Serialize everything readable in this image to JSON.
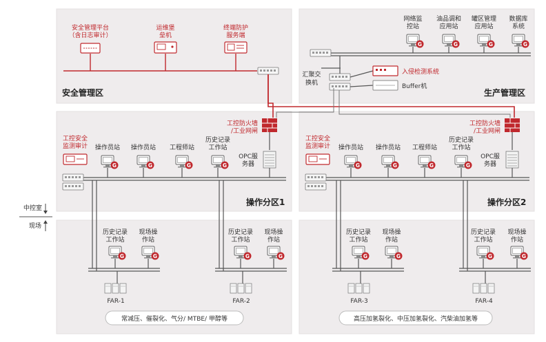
{
  "zones": {
    "security_mgmt": "安全管理区",
    "production_mgmt": "生产管理区",
    "op1": "操作分区1",
    "op2": "操作分区2"
  },
  "security": {
    "platform": [
      "安全管理平台",
      "（含日志审计）"
    ],
    "bastion": [
      "运维堡",
      "垒机"
    ],
    "endpoint": [
      "终端防护",
      "服务端"
    ]
  },
  "production": {
    "net_monitor": [
      "网络监",
      "控站"
    ],
    "oil_gate": [
      "油品调和",
      "应用站"
    ],
    "tank_mgmt": [
      "罐区管理",
      "应用站"
    ],
    "database": [
      "数据库",
      "系统"
    ],
    "ids": "入侵检测系统",
    "buffer": "Buffer机",
    "agg_switch": [
      "汇聚交",
      "换机"
    ]
  },
  "op": {
    "firewall": [
      "工控防火墙",
      "/工业网闸"
    ],
    "audit": [
      "工控安全",
      "监测审计"
    ],
    "operator": "操作员站",
    "engineer": "工程师站",
    "history": [
      "历史记录",
      "工作站"
    ],
    "opc": [
      "OPC服",
      "务器"
    ]
  },
  "field": {
    "history": [
      "历史记录",
      "工作站"
    ],
    "field_op": [
      "现场操",
      "作站"
    ],
    "far": [
      "FAR-1",
      "FAR-2",
      "FAR-3",
      "FAR-4"
    ],
    "process_left": "常减压、催裂化、气分/ MTBE/ 甲醇等",
    "process_right": "高压加氢裂化、中压加氢裂化、汽柴油加氢等"
  },
  "legend": {
    "control_room": "中控室",
    "field": "现场"
  },
  "badge": "G",
  "colors": {
    "accent": "#c0282d",
    "zone_bg": "#efeced",
    "bus": "#555555"
  }
}
